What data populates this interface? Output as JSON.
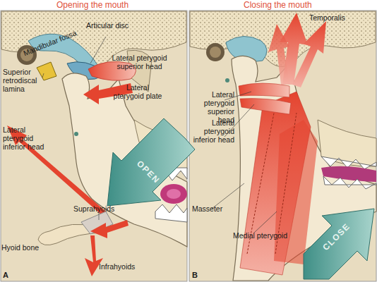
{
  "diagram": {
    "labels": [
      "Opening the mouth",
      "Closing the mouth",
      "Mandibular fossa",
      "Articular disc",
      "Lateral pterygoid superior head",
      "Superior retrodiscal lamina",
      "Lateral pterygoid plate",
      "Lateral pterygoid inferior head",
      "Suprahyoids",
      "Hyoid bone",
      "Infrahyoids",
      "OPEN",
      "A",
      "Temporalis",
      "Lateral pterygoid superior head",
      "Lateral pterygoid inferior head",
      "Masseter",
      "Medial pterygoid",
      "CLOSE",
      "B"
    ]
  }
}
